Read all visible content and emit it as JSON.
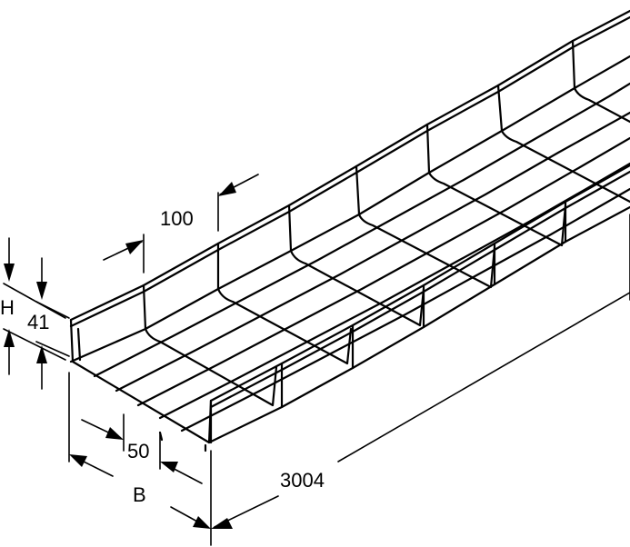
{
  "diagram": {
    "kind": "wire mesh cable tray technical drawing",
    "line_color": "#000000",
    "background": "#ffffff",
    "dimensions": {
      "mesh_pitch": "100",
      "side_height": "H",
      "wire_height": "41",
      "bottom_pitch": "50",
      "width": "B",
      "length": "3004"
    }
  }
}
